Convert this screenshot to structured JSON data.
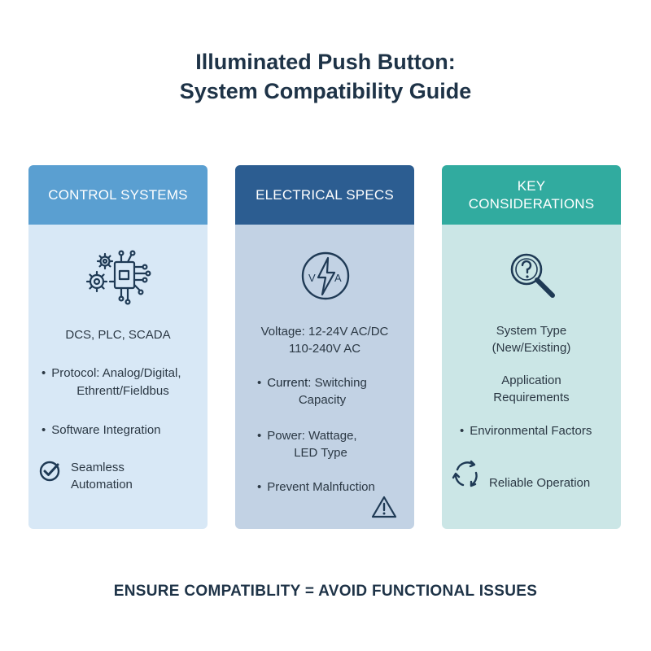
{
  "title": {
    "line1": "Illuminated Push Button:",
    "line2": "System Compatibility Guide"
  },
  "cards": [
    {
      "header": "CONTROL SYSTEMS",
      "icon": "circuit-gears-icon",
      "heading": "DCS, PLC, SCADA",
      "bullet1": {
        "line1": "Protocol: Analog/Digital,",
        "line2": "Ethrentt/Fieldbus"
      },
      "bullet2": "Software Integration",
      "check": {
        "icon": "check-circle-icon",
        "line1": "Seamless",
        "line2": "Automation"
      }
    },
    {
      "header": "ELECTRICAL SPECS",
      "icon": "voltage-amperage-icon",
      "icon_v": "V",
      "icon_a": "A",
      "heading": {
        "line1": "Voltage: 12-24V AC/DC",
        "line2": "110-240V AC"
      },
      "bullet1": {
        "label": "Current:",
        "rest": "Switching",
        "line2": "Capacity"
      },
      "bullet2": {
        "line1": "Power: Wattage,",
        "line2": "LED Type"
      },
      "warning_icon": "warning-triangle-icon",
      "bullet3": "Prevent Malnfuction"
    },
    {
      "header_line1": "KEY",
      "header_line2": "CONSIDERATIONS",
      "icon": "magnifier-question-icon",
      "item1": {
        "line1": "System Type",
        "line2": "(New/Existing)"
      },
      "item2": {
        "line1": "Application",
        "line2": "Requirements"
      },
      "bullet1": "Environmental Factors",
      "reliable": {
        "icon": "refresh-cycle-icon",
        "label": "Reliable Operation"
      }
    }
  ],
  "footer": "ENSURE COMPATIBLITY = AVOID FUNCTIONAL ISSUES",
  "colors": {
    "card1_header": "#5a9fd1",
    "card2_header": "#2c5d91",
    "card3_header": "#31ab9f",
    "title_text": "#1e3347"
  }
}
